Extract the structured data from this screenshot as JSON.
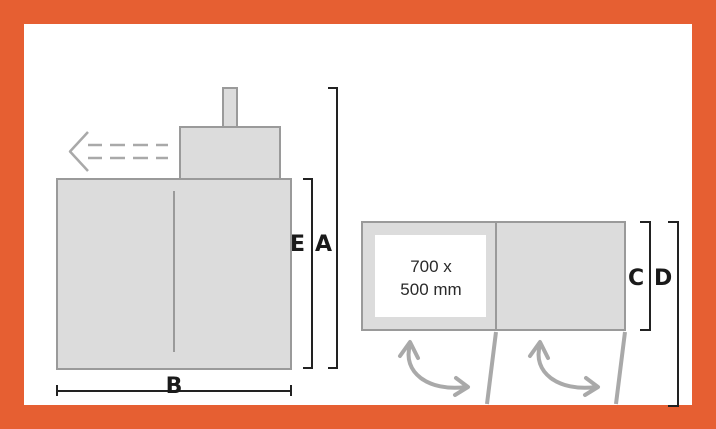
{
  "colors": {
    "frame": "#e65f32",
    "panel": "#dcdcdc",
    "outline": "#9a9a9a",
    "arrow": "#a9a9a9",
    "dim": "#222222",
    "window": "#ffffff"
  },
  "labels": {
    "a": "A",
    "b": "B",
    "c": "C",
    "d": "D",
    "e": "E"
  },
  "window_text": {
    "line1": "700 x",
    "line2": "500 mm"
  },
  "icons": [
    "dashed-left-arrow-icon",
    "curved-double-arrow-icon"
  ]
}
